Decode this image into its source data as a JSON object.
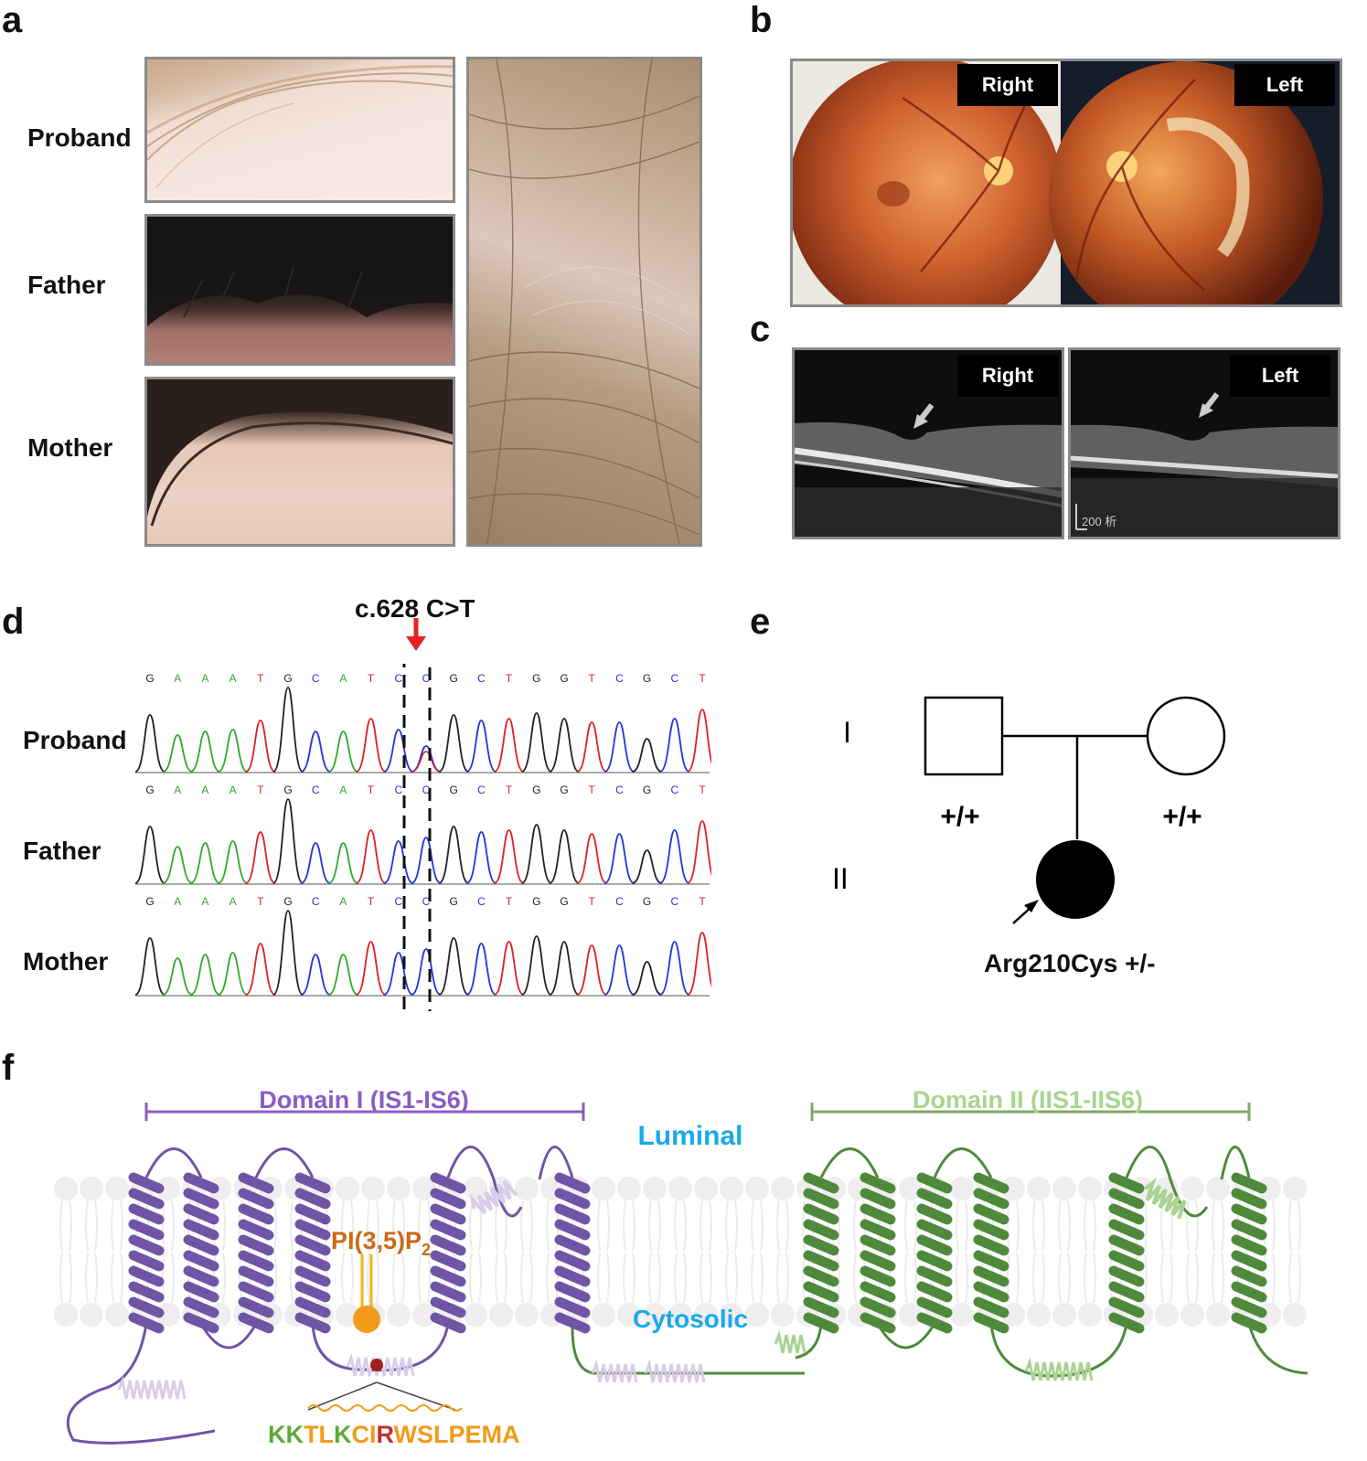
{
  "panels": {
    "a": "a",
    "b": "b",
    "c": "c",
    "d": "d",
    "e": "e",
    "f": "f"
  },
  "panel_a": {
    "rows": [
      "Proband",
      "Father",
      "Mother"
    ]
  },
  "panel_b": {
    "right": "Right",
    "left": "Left"
  },
  "panel_c": {
    "right": "Right",
    "left": "Left",
    "scale_text": "200 析"
  },
  "panel_d": {
    "mutation": "c.628 C>T",
    "rows": [
      "Proband",
      "Father",
      "Mother"
    ],
    "bases": [
      "G",
      "A",
      "A",
      "A",
      "T",
      "G",
      "C",
      "A",
      "T",
      "C",
      "C",
      "G",
      "C",
      "T",
      "G",
      "G",
      "T",
      "C",
      "G",
      "C",
      "T"
    ],
    "base_colors": {
      "G": "#222222",
      "A": "#2eaa2e",
      "T": "#e02020",
      "C": "#2233dd"
    }
  },
  "panel_e": {
    "gen1": "I",
    "gen2": "II",
    "father_genotype": "+/+",
    "mother_genotype": "+/+",
    "proband_genotype": "Arg210Cys +/-"
  },
  "panel_f": {
    "domain1": "Domain I (IS1-IS6)",
    "domain2": "Domain II (IIS1-IIS6)",
    "luminal": "Luminal",
    "cytosolic": "Cytosolic",
    "lipid_prefix": "PI(3,5)P",
    "lipid_sub": "2",
    "sequence": [
      {
        "t": "KK",
        "c": "#5aaa3a"
      },
      {
        "t": "TL",
        "c": "#f29a1a"
      },
      {
        "t": "K",
        "c": "#5aaa3a"
      },
      {
        "t": "CI",
        "c": "#f29a1a"
      },
      {
        "t": "R",
        "c": "#c0302a"
      },
      {
        "t": "WSLPEMA",
        "c": "#f29a1a"
      }
    ],
    "colors": {
      "domain1": "#8a5cc4",
      "domain2": "#a8d58e",
      "leaflet": "#1aa9e8",
      "lipid": "#cc6a14"
    }
  }
}
